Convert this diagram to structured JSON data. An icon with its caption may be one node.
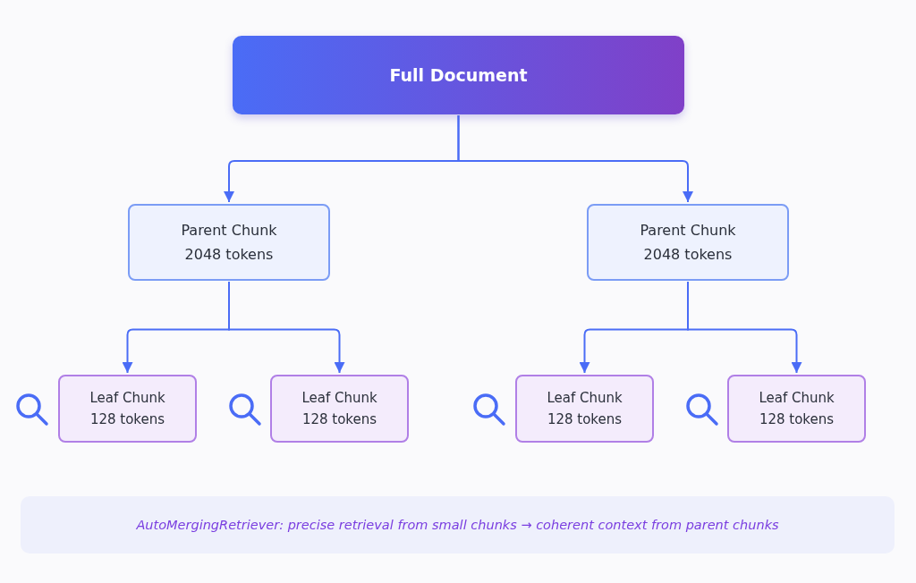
{
  "diagram": {
    "nodes": [
      {
        "text": [
          "Full Document"
        ]
      },
      {
        "text": [
          "Parent Chunk",
          "2048 tokens"
        ]
      },
      {
        "text": [
          "Parent Chunk",
          "2048 tokens"
        ]
      },
      {
        "text": [
          "Leaf Chunk",
          "128 tokens"
        ]
      },
      {
        "text": [
          "Leaf Chunk",
          "128 tokens"
        ]
      },
      {
        "text": [
          "Leaf Chunk",
          "128 tokens"
        ]
      },
      {
        "text": [
          "Leaf Chunk",
          "128 tokens"
        ]
      },
      {
        "text": [
          "AutoMergingRetriever: precise retrieval from small chunks → coherent context from parent chunks"
        ]
      }
    ],
    "edges": [
      {
        "from": 0,
        "to": 1,
        "arrow": "to"
      },
      {
        "from": 0,
        "to": 2,
        "arrow": "to"
      },
      {
        "from": 1,
        "to": 3,
        "arrow": "to"
      },
      {
        "from": 1,
        "to": 4,
        "arrow": "to"
      },
      {
        "from": 2,
        "to": 5,
        "arrow": "to"
      },
      {
        "from": 2,
        "to": 6,
        "arrow": "to"
      }
    ]
  }
}
